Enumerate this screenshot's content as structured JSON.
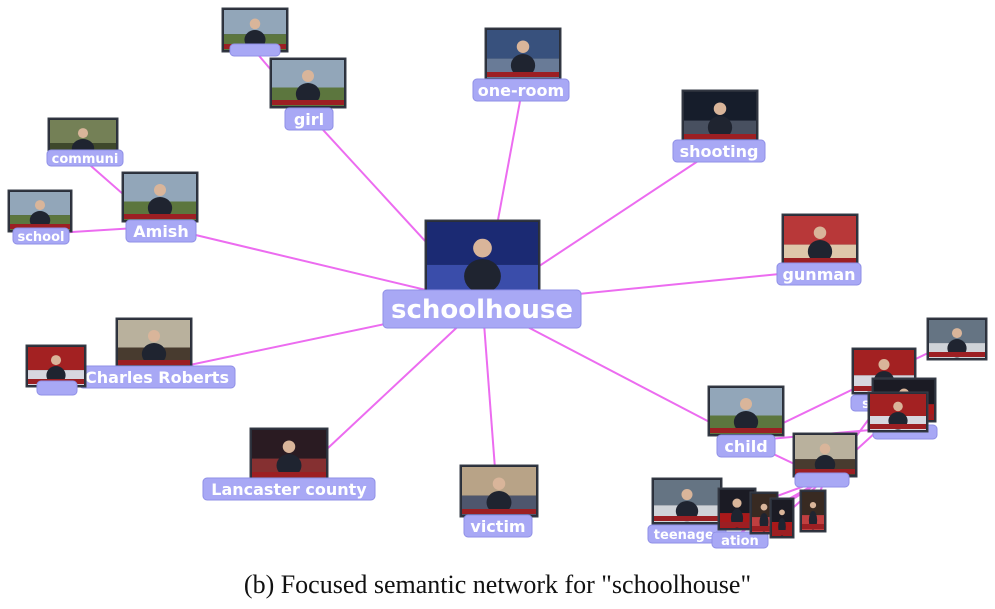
{
  "caption": "(b)  Focused semantic network for \"schoolhouse\"",
  "colors": {
    "edge": "#ec6cf0",
    "label_background": "#a8a8f5",
    "label_text": "#ffffff"
  },
  "center": {
    "id": "schoolhouse",
    "label": "schoolhouse"
  },
  "nodes": [
    {
      "id": "girl",
      "label": "girl"
    },
    {
      "id": "one-room",
      "label": "one-room"
    },
    {
      "id": "shooting",
      "label": "shooting"
    },
    {
      "id": "gunman",
      "label": "gunman"
    },
    {
      "id": "amish",
      "label": "Amish"
    },
    {
      "id": "school",
      "label": "school"
    },
    {
      "id": "communi",
      "label": "communi"
    },
    {
      "id": "top-left-partial",
      "label": ""
    },
    {
      "id": "charles-roberts",
      "label": "Charles Roberts"
    },
    {
      "id": "left-partial",
      "label": ""
    },
    {
      "id": "lancaster-county",
      "label": "Lancaster county"
    },
    {
      "id": "victim",
      "label": "victim"
    },
    {
      "id": "child",
      "label": "child"
    },
    {
      "id": "teenager",
      "label": "teenager"
    },
    {
      "id": "cluster-ation",
      "label": "ation"
    },
    {
      "id": "cluster-s",
      "label": "s"
    },
    {
      "id": "cluster-a",
      "label": ""
    },
    {
      "id": "cluster-b",
      "label": ""
    },
    {
      "id": "cluster-c",
      "label": ""
    },
    {
      "id": "cluster-d",
      "label": ""
    },
    {
      "id": "cluster-e",
      "label": ""
    },
    {
      "id": "cluster-f",
      "label": ""
    },
    {
      "id": "cluster-g",
      "label": ""
    }
  ],
  "edges": [
    [
      "schoolhouse",
      "girl"
    ],
    [
      "schoolhouse",
      "one-room"
    ],
    [
      "schoolhouse",
      "shooting"
    ],
    [
      "schoolhouse",
      "gunman"
    ],
    [
      "schoolhouse",
      "amish"
    ],
    [
      "schoolhouse",
      "charles-roberts"
    ],
    [
      "schoolhouse",
      "lancaster-county"
    ],
    [
      "schoolhouse",
      "victim"
    ],
    [
      "schoolhouse",
      "child"
    ],
    [
      "amish",
      "school"
    ],
    [
      "amish",
      "communi"
    ],
    [
      "girl",
      "top-left-partial"
    ],
    [
      "charles-roberts",
      "left-partial"
    ],
    [
      "child",
      "cluster-d"
    ],
    [
      "child",
      "cluster-e"
    ],
    [
      "child",
      "cluster-f"
    ],
    [
      "cluster-d",
      "teenager"
    ],
    [
      "cluster-d",
      "cluster-ation"
    ],
    [
      "cluster-d",
      "cluster-a"
    ],
    [
      "cluster-d",
      "cluster-b"
    ],
    [
      "cluster-d",
      "cluster-c"
    ],
    [
      "cluster-d",
      "cluster-g"
    ],
    [
      "cluster-d",
      "cluster-s"
    ]
  ]
}
